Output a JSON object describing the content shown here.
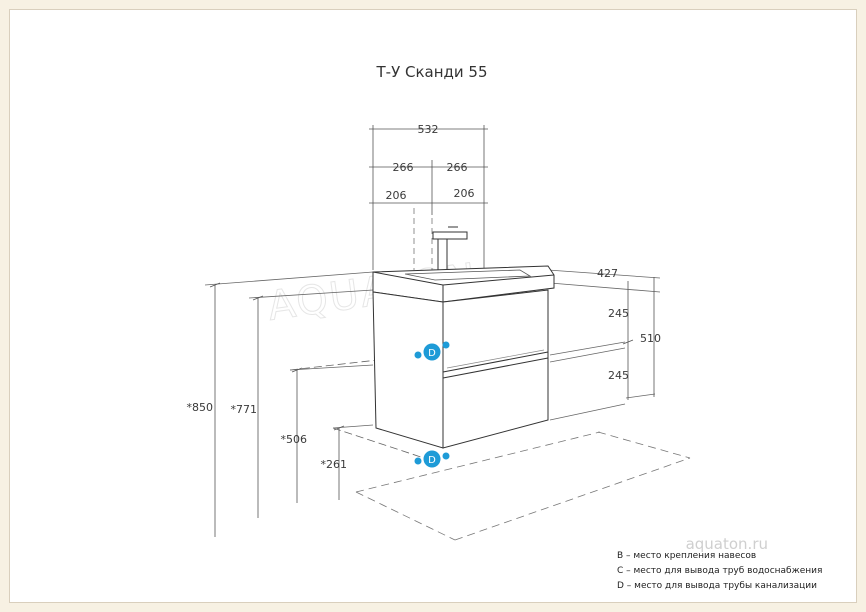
{
  "title": "Т-У Сканди 55",
  "dimensions": {
    "total_width": "532",
    "half_left": "266",
    "half_right": "266",
    "offset_left": "206",
    "offset_right": "206",
    "depth": "427",
    "upper_height": "245",
    "lower_height": "245",
    "body_height": "510",
    "h_850": "*850",
    "h_771": "*771",
    "h_506": "*506",
    "h_261": "*261"
  },
  "markers": {
    "d_upper": "D",
    "d_lower": "D",
    "color": "#1e9bd7"
  },
  "watermark": {
    "logo": "AQUATON",
    "site": "aquaton.ru"
  },
  "legend": [
    "B – место крепления навесов",
    "C – место для вывода труб водоснабжения",
    "D – место для вывода трубы канализации"
  ]
}
